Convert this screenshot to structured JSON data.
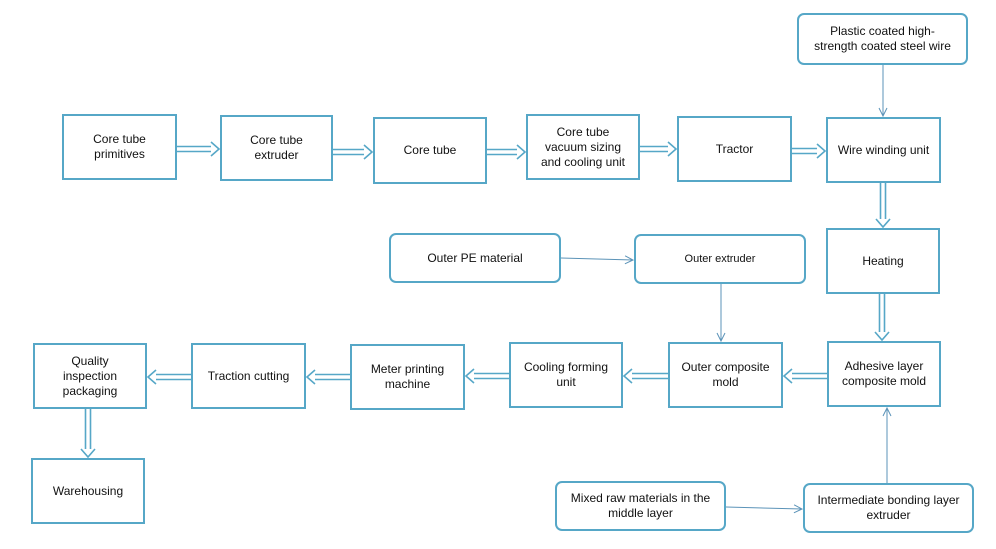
{
  "colors": {
    "border": "#56a7c7",
    "arrow": "#56a7c7",
    "thin_arrow": "#5b93b8"
  },
  "nodes": {
    "core_tube_primitives": "Core tube\nprimitives",
    "core_tube_extruder": "Core tube\nextruder",
    "core_tube": "Core tube",
    "vacuum_sizing": "Core tube\nvacuum sizing\nand cooling unit",
    "tractor": "Tractor",
    "wire_winding_unit": "Wire winding unit",
    "steel_wire": "Plastic coated high-\nstrength coated steel wire",
    "heating": "Heating",
    "outer_pe_material": "Outer PE material",
    "outer_extruder": "Outer extruder",
    "adhesive_layer_mold": "Adhesive layer\ncomposite mold",
    "outer_composite_mold": "Outer composite\nmold",
    "cooling_forming_unit": "Cooling forming\nunit",
    "meter_printing_machine": "Meter printing\nmachine",
    "traction_cutting": "Traction cutting",
    "quality_inspection": "Quality\ninspection\npackaging",
    "warehousing": "Warehousing",
    "mixed_raw_materials": "Mixed raw materials in the\nmiddle layer",
    "intermediate_extruder": "Intermediate bonding layer\nextruder"
  }
}
